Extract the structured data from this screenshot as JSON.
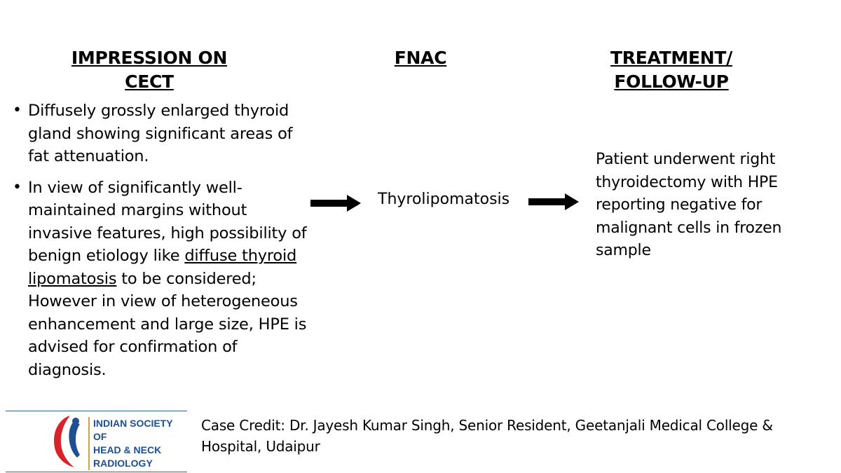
{
  "headings": {
    "impression": "IMPRESSION ON CECT",
    "fnac": "FNAC",
    "treatment_line1": "TREATMENT/",
    "treatment_line2": "FOLLOW-UP"
  },
  "impression": {
    "bullet1": "Diffusely grossly enlarged thyroid gland showing significant areas of fat attenuation.",
    "bullet2_part1": "In view of significantly well-maintained margins without invasive features, high possibility of benign etiology like ",
    "bullet2_underlined": "diffuse thyroid lipomatosis",
    "bullet2_part2": " to be considered; However in view of heterogeneous enhancement and large size, HPE is advised for confirmation of diagnosis."
  },
  "fnac": {
    "result": "Thyrolipomatosis"
  },
  "treatment": {
    "text": "Patient underwent right thyroidectomy with HPE reporting negative for malignant cells in frozen sample"
  },
  "logo": {
    "line1": "INDIAN SOCIETY OF",
    "line2": "HEAD & NECK",
    "line3": "RADIOLOGY",
    "colors": {
      "text": "#1d4f91",
      "accent": "#d8232a",
      "rule": "#c7a64a"
    }
  },
  "footer": {
    "credit": "Case Credit:  Dr. Jayesh Kumar Singh, Senior Resident, Geetanjali Medical College & Hospital, Udaipur"
  },
  "icons": [
    "right-arrow-icon",
    "right-arrow-icon",
    "society-logo-icon"
  ]
}
